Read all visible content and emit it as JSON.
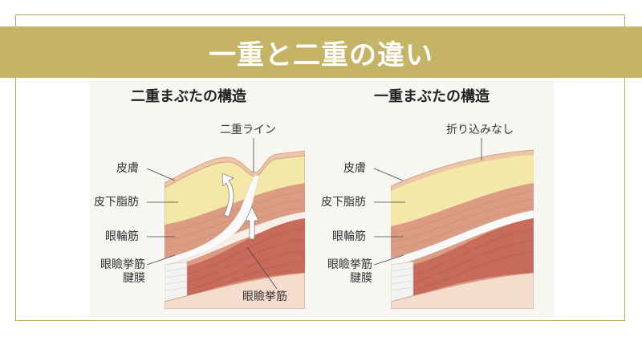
{
  "title": "一重と二重の違い",
  "left_diagram": {
    "subtitle": "二重まぶたの構造",
    "labels": {
      "skin": "皮膚",
      "fat": "皮下脂肪",
      "orbicularis": "眼輪筋",
      "aponeurosis_1": "眼瞼挙筋",
      "aponeurosis_2": "腱膜",
      "crease": "二重ライン",
      "levator": "眼瞼挙筋"
    }
  },
  "right_diagram": {
    "subtitle": "一重まぶたの構造",
    "labels": {
      "skin": "皮膚",
      "fat": "皮下脂肪",
      "orbicularis": "眼輪筋",
      "aponeurosis_1": "眼瞼挙筋",
      "aponeurosis_2": "腱膜",
      "no_fold": "折り込みなし"
    }
  },
  "colors": {
    "banner": "#c5b366",
    "skin": "#eec5a5",
    "fat": "#f4e8a8",
    "muscle": "#dc9c84",
    "levator": "#c86a5c",
    "tissue": "#f5dccc"
  }
}
